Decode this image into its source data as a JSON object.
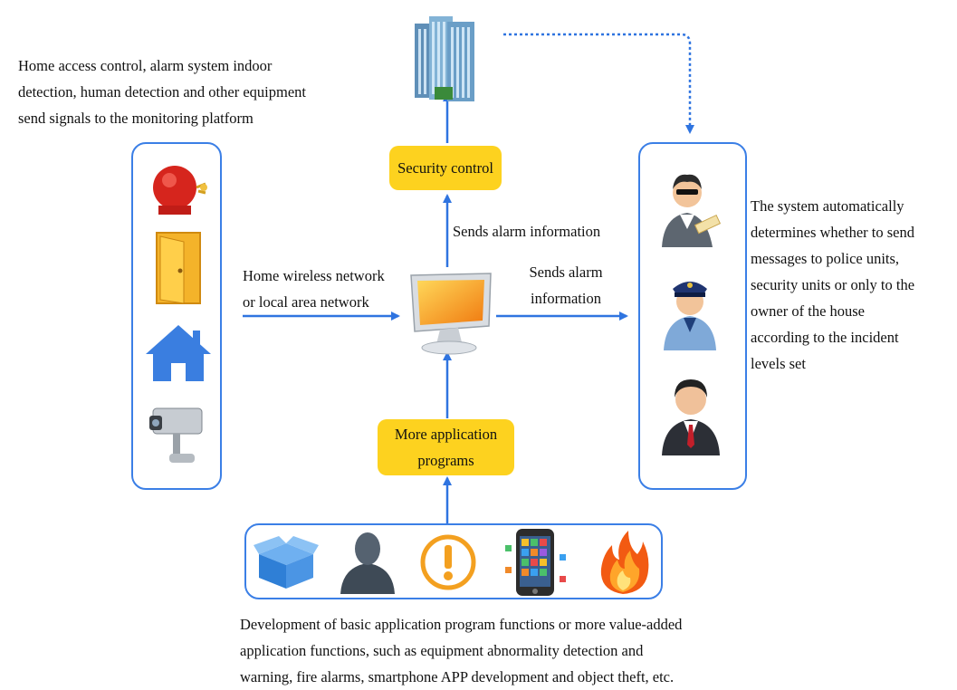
{
  "texts": {
    "top_left": "Home access control, alarm system indoor\ndetection, human detection and other equipment\nsend signals to the monitoring platform",
    "network": "Home wireless network\nor local area network",
    "sends_up": "Sends alarm information",
    "sends_right": "Sends alarm\ninformation",
    "right_desc": "The system automatically\ndetermines whether to send\nmessages to police units,\nsecurity units or only to the\nowner of the house\naccording to the incident\nlevels set",
    "bottom": "Development of basic application program functions or more value-added\napplication functions, such as equipment abnormality detection and\nwarning, fire alarms, smartphone APP development and object theft, etc."
  },
  "boxes": {
    "security_control": "Security control",
    "more_apps": "More application\nprograms"
  },
  "icons": {
    "server": "server-building-icon",
    "monitor": "computer-monitor-icon",
    "left": [
      "alarm-bell-icon",
      "door-icon",
      "home-icon",
      "security-camera-icon"
    ],
    "right": [
      "security-guard-icon",
      "police-officer-icon",
      "homeowner-icon"
    ],
    "bottom": [
      "box-icon",
      "human-silhouette-icon",
      "warning-icon",
      "smartphone-apps-icon",
      "fire-icon"
    ]
  },
  "colors": {
    "accent": "#3b7fe6",
    "highlight": "#fdd21f"
  }
}
